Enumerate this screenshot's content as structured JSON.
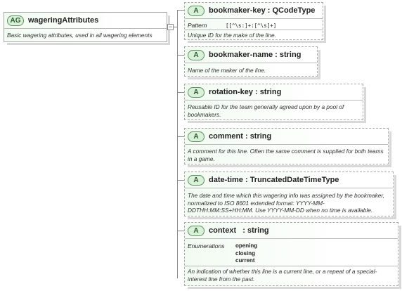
{
  "root": {
    "badge": "AG",
    "name": "wageringAttributes",
    "doc": "Basic wagering attributes, used in all wagering elements"
  },
  "attributes": [
    {
      "badge": "A",
      "name": "bookmaker-key",
      "type": "QCodeType",
      "pattern_label": "Pattern",
      "pattern": "[[^\\s:]+:[^\\s]+]",
      "doc": "Unique ID for the make of the line."
    },
    {
      "badge": "A",
      "name": "bookmaker-name",
      "type": "string",
      "doc": "Name of the maker of the line."
    },
    {
      "badge": "A",
      "name": "rotation-key",
      "type": "string",
      "doc": "Reusable ID for the team generally agreed upon by a pool of bookmakers."
    },
    {
      "badge": "A",
      "name": "comment",
      "type": "string",
      "doc": "A comment for this line. Often the same comment is supplied for  both teams in a game."
    },
    {
      "badge": "A",
      "name": "date-time",
      "type": "TruncatedDateTimeType",
      "doc": "The date and time which this wagering info was assigned by the bookmaker, normalized to ISO 8601 extended format: YYYY-MM-DDTHH:MM:SS+HH:MM. Use YYYY-MM-DD when no time is available."
    },
    {
      "badge": "A",
      "name": "context",
      "type": "string",
      "enum_label": "Enumerations",
      "enums": [
        "opening",
        "closing",
        "current"
      ],
      "doc": "An indication of whether this line is a current line, or a repeat of a special-interest line from the past."
    }
  ]
}
